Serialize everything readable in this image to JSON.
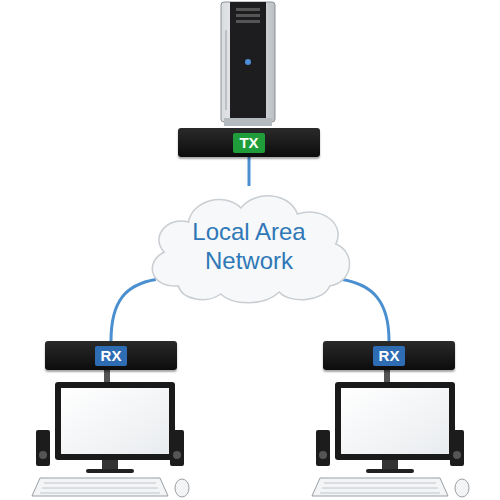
{
  "diagram": {
    "nodes": [
      {
        "text": [
          "TX"
        ]
      },
      {
        "text": [
          "Local Area Network"
        ]
      },
      {
        "text": [
          "RX"
        ]
      },
      {
        "text": [
          "RX"
        ]
      }
    ],
    "edges": [
      {
        "from": 0,
        "to": 1,
        "arrow": "none"
      },
      {
        "from": 1,
        "to": 2,
        "arrow": "none"
      },
      {
        "from": 1,
        "to": 3,
        "arrow": "none"
      }
    ]
  }
}
